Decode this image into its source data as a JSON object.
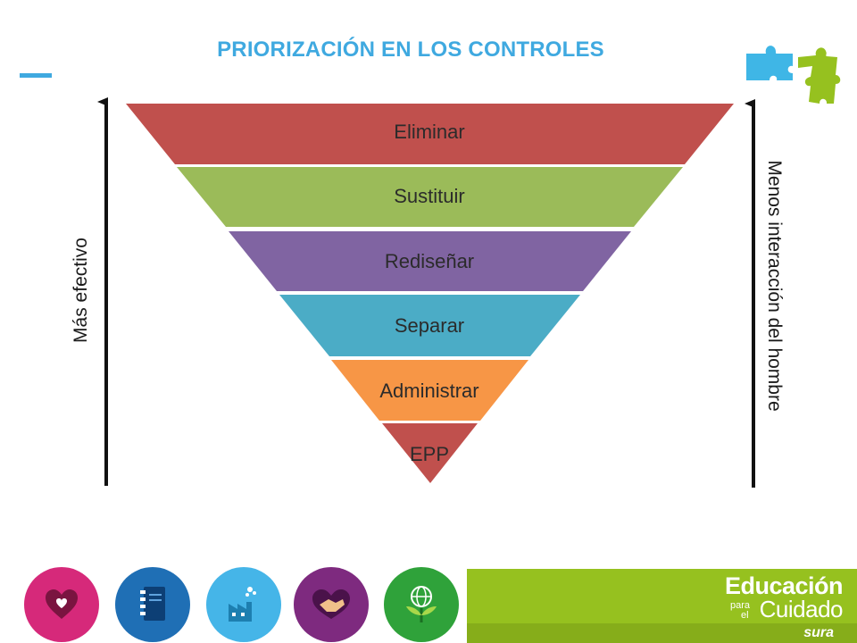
{
  "title": "PRIORIZACIÓN EN LOS CONTROLES",
  "pyramid": {
    "levels": [
      {
        "label": "Eliminar",
        "color": "#c0504d"
      },
      {
        "label": "Sustituir",
        "color": "#9bbb59"
      },
      {
        "label": "Rediseñar",
        "color": "#8064a2"
      },
      {
        "label": "Separar",
        "color": "#4bacc6"
      },
      {
        "label": "Administrar",
        "color": "#f79646"
      },
      {
        "label": "EPP",
        "color": "#c0504d"
      }
    ],
    "left_axis": "Más efectivo",
    "right_axis": "Menos interacción del hombre"
  },
  "footer": {
    "icons": [
      {
        "name": "heart-icon",
        "color": "#d6297a"
      },
      {
        "name": "notebook-icon",
        "color": "#1f6fb5"
      },
      {
        "name": "factory-icon",
        "color": "#45b5e8"
      },
      {
        "name": "handshake-icon",
        "color": "#7e2a7f"
      },
      {
        "name": "globe-plant-icon",
        "color": "#2fa23a"
      }
    ],
    "brand": {
      "title": "Educación",
      "para": "para",
      "el": "el",
      "cuidado": "Cuidado",
      "sura": "sura"
    }
  },
  "colors": {
    "accent": "#3fa9e0",
    "brand_green": "#96c11f"
  }
}
